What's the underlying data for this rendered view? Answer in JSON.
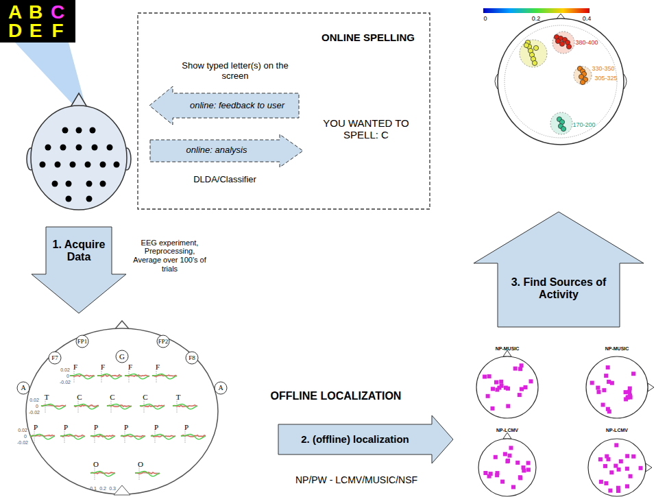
{
  "diagram": {
    "nodes": [
      {
        "text": [
          "ONLINE SPELLING",
          "YOU WANTED TO SPELL: C"
        ]
      },
      {
        "text": [
          "Show typed letter(s) on the screen",
          "online: feedback to user"
        ],
        "in": 0
      },
      {
        "text": [
          "online: analysis",
          "DLDA/Classifier"
        ],
        "in": 0
      },
      {
        "text": [
          "1. Acquire Data",
          "EEG experiment, Preprocessing, Average over 100's of trials"
        ]
      },
      {
        "text": [
          "2. (offline) localization",
          "NP/PW - LCMV/MUSIC/NSF"
        ]
      },
      {
        "text": [
          "3. Find Sources of Activity"
        ]
      }
    ],
    "labels": [
      "A",
      "B",
      "C",
      "D",
      "E",
      "F",
      "0",
      "0.2",
      "0.4",
      "380-400",
      "330-350",
      "305-325",
      "170-200",
      "OFFLINE LOCALIZATION",
      "NP-MUSIC",
      "NP-MUSIC",
      "NP-LCMV",
      "NP-LCMV",
      "FP1",
      "FP2",
      "G",
      "F7",
      "F8",
      "F",
      "F",
      "F",
      "F",
      "A",
      "T",
      "C",
      "C",
      "C",
      "T",
      "A",
      "P",
      "P",
      "P",
      "P",
      "P",
      "P",
      "O",
      "O",
      "0.02",
      "0",
      "-0.02",
      "0.02",
      "0",
      "-0.02",
      "0.02",
      "0",
      "-0.02",
      "0.1",
      "0.2",
      "0.3"
    ]
  }
}
